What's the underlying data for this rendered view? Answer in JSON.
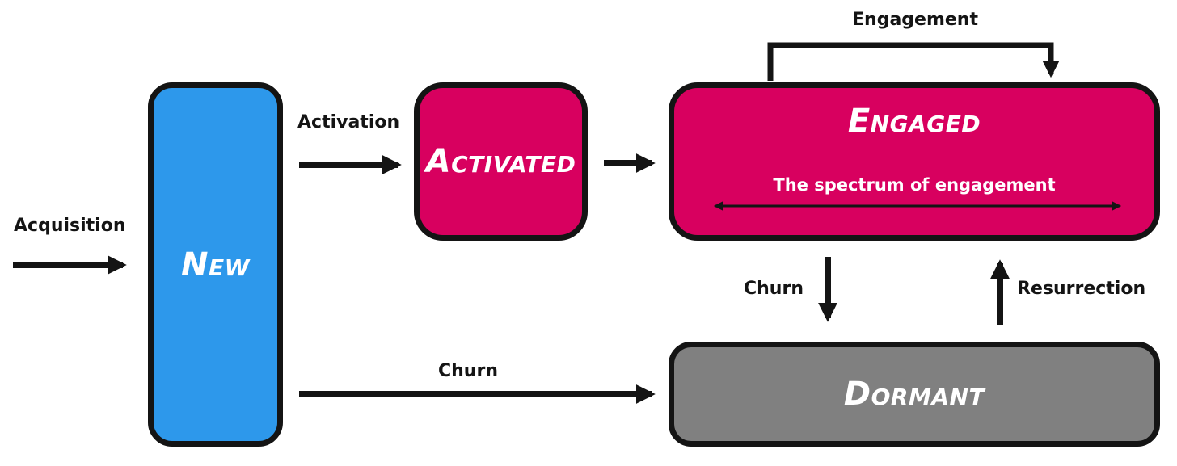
{
  "colors": {
    "new": "#2d98eb",
    "activated": "#d8005f",
    "engaged": "#d8005f",
    "dormant": "#808080",
    "stroke": "#141414"
  },
  "boxes": {
    "new": "New",
    "activated": "Activated",
    "engaged": "Engaged",
    "dormant": "Dormant"
  },
  "spectrum_label": "The spectrum of engagement",
  "flows": {
    "acquisition": "Acquisition",
    "activation": "Activation",
    "engagement": "Engagement",
    "churn_engaged": "Churn",
    "resurrection": "Resurrection",
    "churn_new": "Churn"
  }
}
